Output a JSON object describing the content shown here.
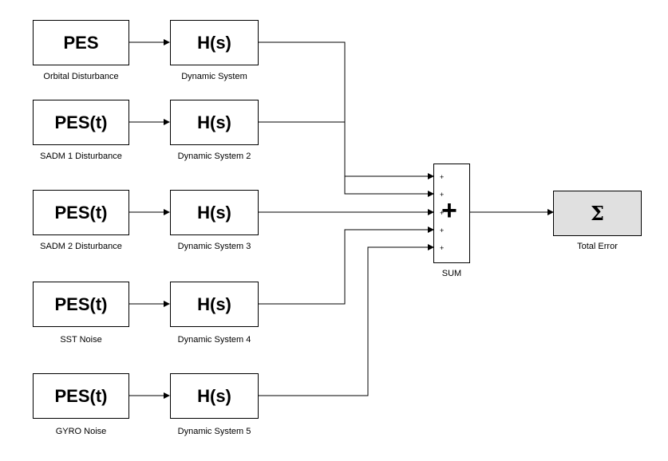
{
  "sources": [
    {
      "title": "PES",
      "caption": "Orbital Disturbance"
    },
    {
      "title": "PES(t)",
      "caption": "SADM 1 Disturbance"
    },
    {
      "title": "PES(t)",
      "caption": "SADM 2 Disturbance"
    },
    {
      "title": "PES(t)",
      "caption": "SST Noise"
    },
    {
      "title": "PES(t)",
      "caption": "GYRO Noise"
    }
  ],
  "systems": [
    {
      "title": "H(s)",
      "caption": "Dynamic System"
    },
    {
      "title": "H(s)",
      "caption": "Dynamic System 2"
    },
    {
      "title": "H(s)",
      "caption": "Dynamic System 3"
    },
    {
      "title": "H(s)",
      "caption": "Dynamic System 4"
    },
    {
      "title": "H(s)",
      "caption": "Dynamic System 5"
    }
  ],
  "sum": {
    "symbol": "+",
    "port_signs": [
      "+",
      "+",
      "+",
      "+",
      "+"
    ],
    "caption": "SUM"
  },
  "total": {
    "symbol": "Σ",
    "caption": "Total Error"
  }
}
